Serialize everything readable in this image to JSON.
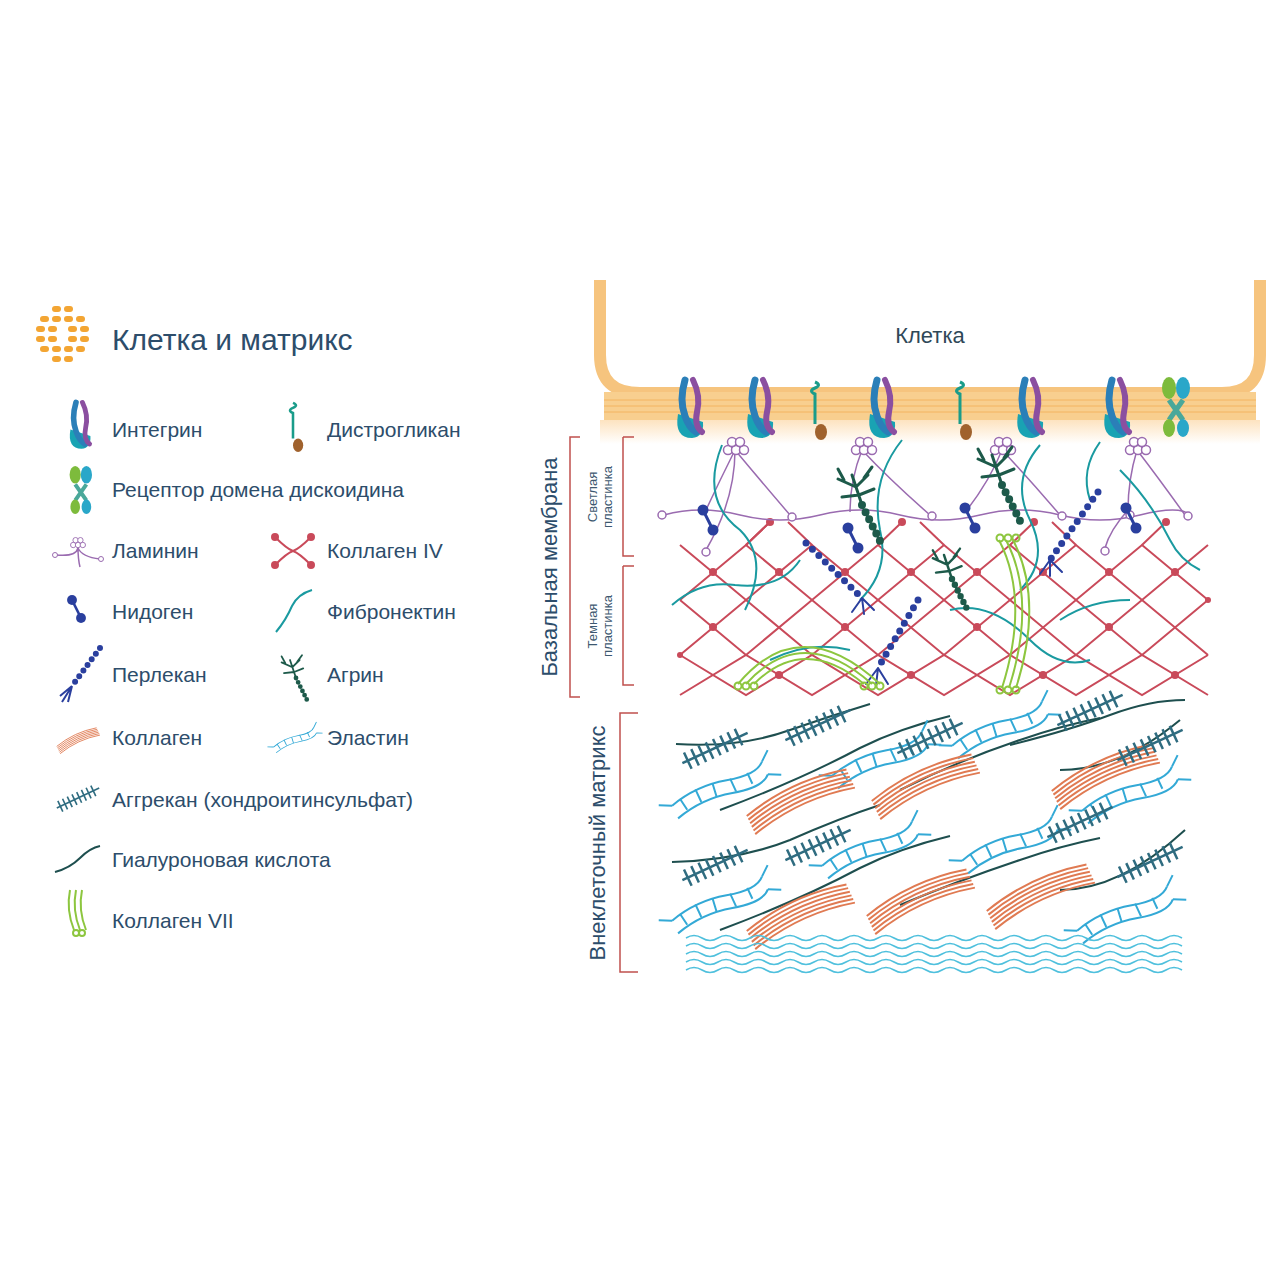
{
  "diagram": {
    "title": "Клетка и матрикс",
    "nodes": [
      {
        "text": [
          "Клетка"
        ]
      }
    ],
    "labels": [
      "Базальная мембрана",
      "Светлая пластинка",
      "Темная пластинка",
      "Внеклеточный матрикс"
    ],
    "legend": [
      {
        "text": "Интегрин"
      },
      {
        "text": "Дистрогликан"
      },
      {
        "text": "Рецептор домена дискоидина"
      },
      {
        "text": "Ламинин"
      },
      {
        "text": "Коллаген IV"
      },
      {
        "text": "Нидоген"
      },
      {
        "text": "Фибронектин"
      },
      {
        "text": "Перлекан"
      },
      {
        "text": "Агрин"
      },
      {
        "text": "Коллаген"
      },
      {
        "text": "Эластин"
      },
      {
        "text": "Аггрекан (хондроитинсульфат)"
      },
      {
        "text": "Гиалуроновая кислота"
      },
      {
        "text": "Коллаген VII"
      }
    ]
  }
}
